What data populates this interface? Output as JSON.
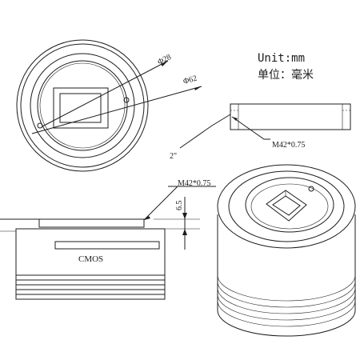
{
  "units": {
    "line1": "Unit:mm",
    "line2": "单位：毫米"
  },
  "front_view": {
    "diameter_inner": "Φ28",
    "diameter_outer": "Φ62"
  },
  "adapter_ring": {
    "size_label": "2\"",
    "thread_label": "M42*0.75"
  },
  "side_view": {
    "thread_label": "M42*0.75",
    "height_label": "6.5",
    "sensor_label": "CMOS"
  },
  "colors": {
    "line": "#1c1c1c",
    "background": "#ffffff"
  }
}
